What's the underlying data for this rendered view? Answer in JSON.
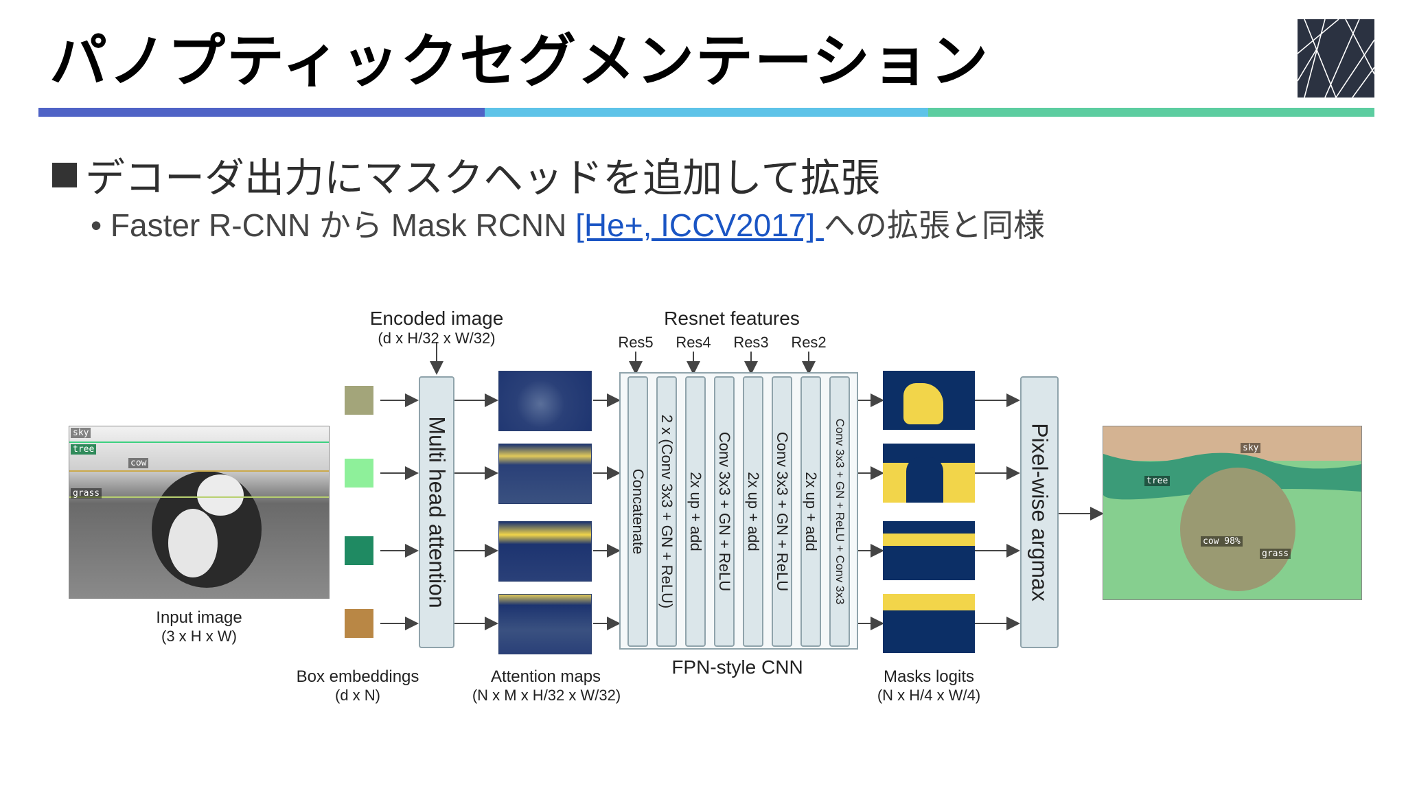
{
  "title": "パノプティックセグメンテーション",
  "bullets": {
    "main": "デコーダ出力にマスクヘッドを追加して拡張",
    "sub_before": "Faster R-CNN から Mask RCNN ",
    "sub_link": "[He+, ICCV2017] ",
    "sub_after": "への拡張と同様"
  },
  "rule_colors": [
    "#4f63c6",
    "#5ec3e8",
    "#5ccda0"
  ],
  "diagram": {
    "encoded_image": "Encoded image",
    "encoded_dims": "(d x H/32 x W/32)",
    "resnet_features": "Resnet features",
    "res_levels": [
      "Res5",
      "Res4",
      "Res3",
      "Res2"
    ],
    "input_image": "Input image",
    "input_dims": "(3 x H x W)",
    "box_embeddings": "Box embeddings",
    "box_dims": "(d x N)",
    "multi_head": "Multi head attention",
    "attention_maps": "Attention maps",
    "attention_dims": "(N x M x H/32 x W/32)",
    "fpn_label": "FPN-style CNN",
    "fpn_blocks": [
      "Concatenate",
      "2 x (Conv 3x3 + GN + ReLU)",
      "2x up + add",
      "Conv 3x3 + GN + ReLU",
      "2x up + add",
      "Conv 3x3 + GN + ReLU",
      "2x up + add",
      "Conv 3x3 + GN + ReLU + Conv 3x3"
    ],
    "masks_logits": "Masks logits",
    "masks_dims": "(N x H/4 x W/4)",
    "argmax": "Pixel-wise argmax",
    "input_tags": [
      "sky",
      "tree",
      "cow",
      "grass"
    ],
    "output_tags": [
      "sky",
      "tree",
      "cow 98%",
      "grass"
    ],
    "embedding_colors": [
      "#a3a57a",
      "#8ef09a",
      "#1f8a62",
      "#b98745"
    ]
  }
}
